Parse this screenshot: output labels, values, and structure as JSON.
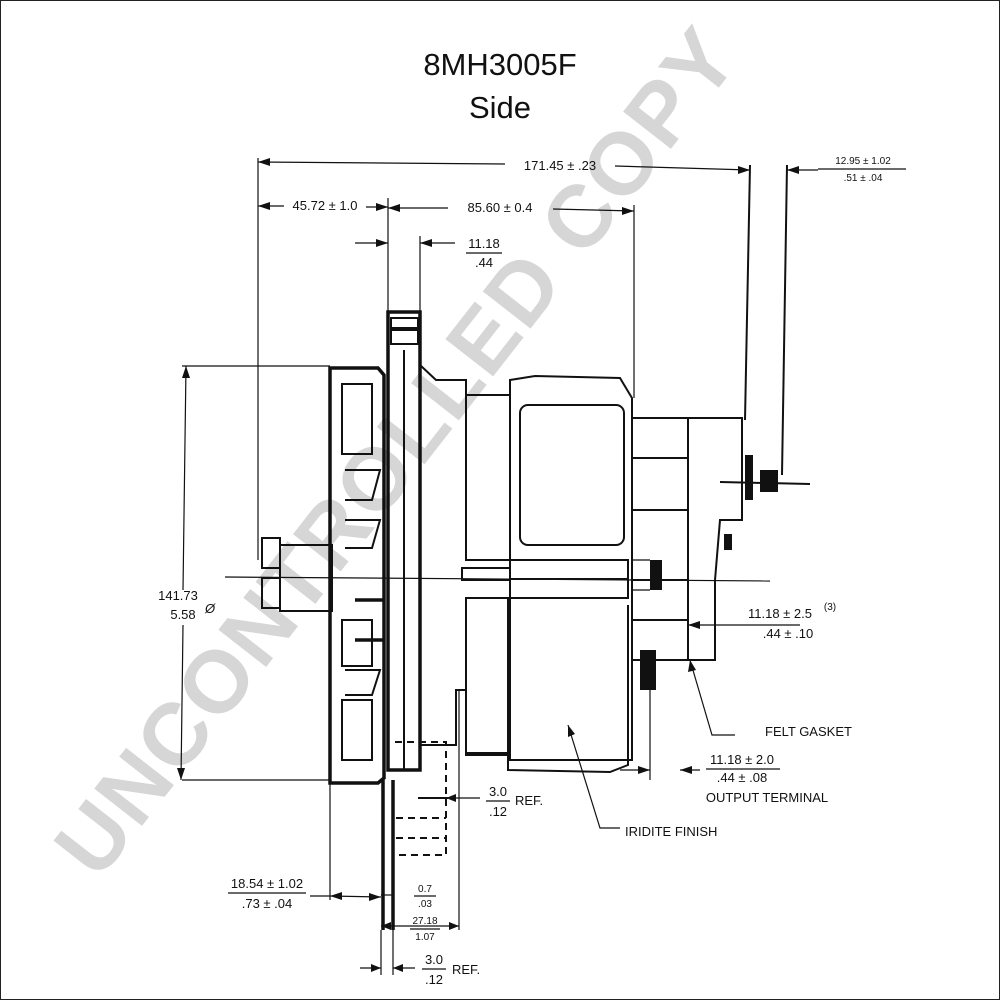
{
  "title": {
    "model": "8MH3005F",
    "view": "Side"
  },
  "watermark": "UNCONTROLLED COPY",
  "dimensions": {
    "overall_length": "171.45 ± .23",
    "pulley_offset": "45.72 ± 1.0",
    "body_length": "85.60 ± 0.4",
    "fan_width_top": "11.18",
    "fan_width_bottom": ".44",
    "stud_top": "12.95 ± 1.02",
    "stud_bottom": ".51 ± .04",
    "diameter_top": "141.73",
    "diameter_bottom": "5.58",
    "diameter_symbol": "Ø",
    "terminal_top": "11.18 ± 2.5",
    "terminal_note": "(3)",
    "terminal_bottom": ".44 ± .10",
    "output_top": "11.18 ± 2.0",
    "output_bottom": ".44 ± .08",
    "ref1_top": "3.0",
    "ref1_bottom": ".12",
    "ref1_label": "REF.",
    "belt_top": "18.54 ± 1.02",
    "belt_bottom": ".73 ± .04",
    "groove_top": "0.7",
    "groove_bottom": ".03",
    "hub_top": "27.18",
    "hub_bottom": "1.07",
    "ref2_top": "3.0",
    "ref2_bottom": ".12",
    "ref2_label": "REF."
  },
  "callouts": {
    "felt_gasket": "FELT GASKET",
    "output_terminal": "OUTPUT TERMINAL",
    "iridite_finish": "IRIDITE FINISH"
  }
}
